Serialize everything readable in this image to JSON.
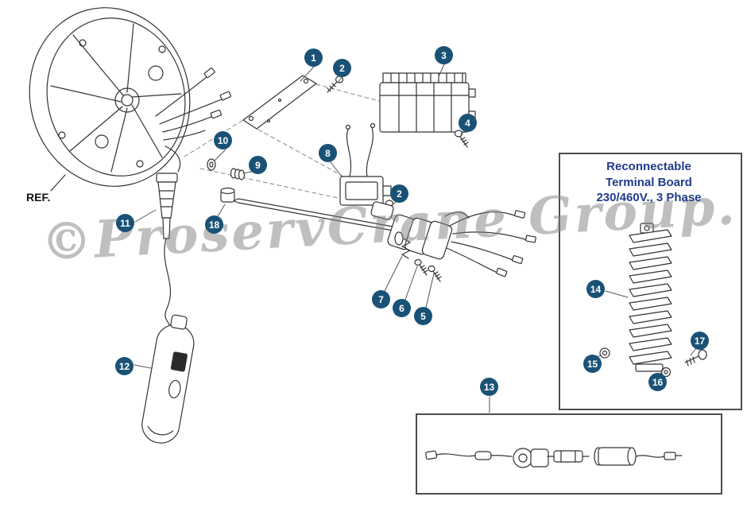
{
  "diagram": {
    "ref_label": "REF.",
    "watermark": "©ProservCrane Group.",
    "terminal_box": {
      "title_lines": [
        "Reconnectable",
        "Terminal Board",
        "230/460V., 3 Phase"
      ]
    },
    "callouts": [
      "1",
      "2",
      "3",
      "4",
      "8",
      "10",
      "9",
      "2",
      "11",
      "18",
      "7",
      "6",
      "5",
      "12",
      "13",
      "14",
      "15",
      "16",
      "17"
    ],
    "colors": {
      "callout_bg": "#1A5276",
      "callout_text": "#FFFFFF",
      "box_title_text": "#203C8C",
      "line_art": "#333333",
      "box_border": "#4D4D4D",
      "watermark_gray": "#808080"
    }
  }
}
